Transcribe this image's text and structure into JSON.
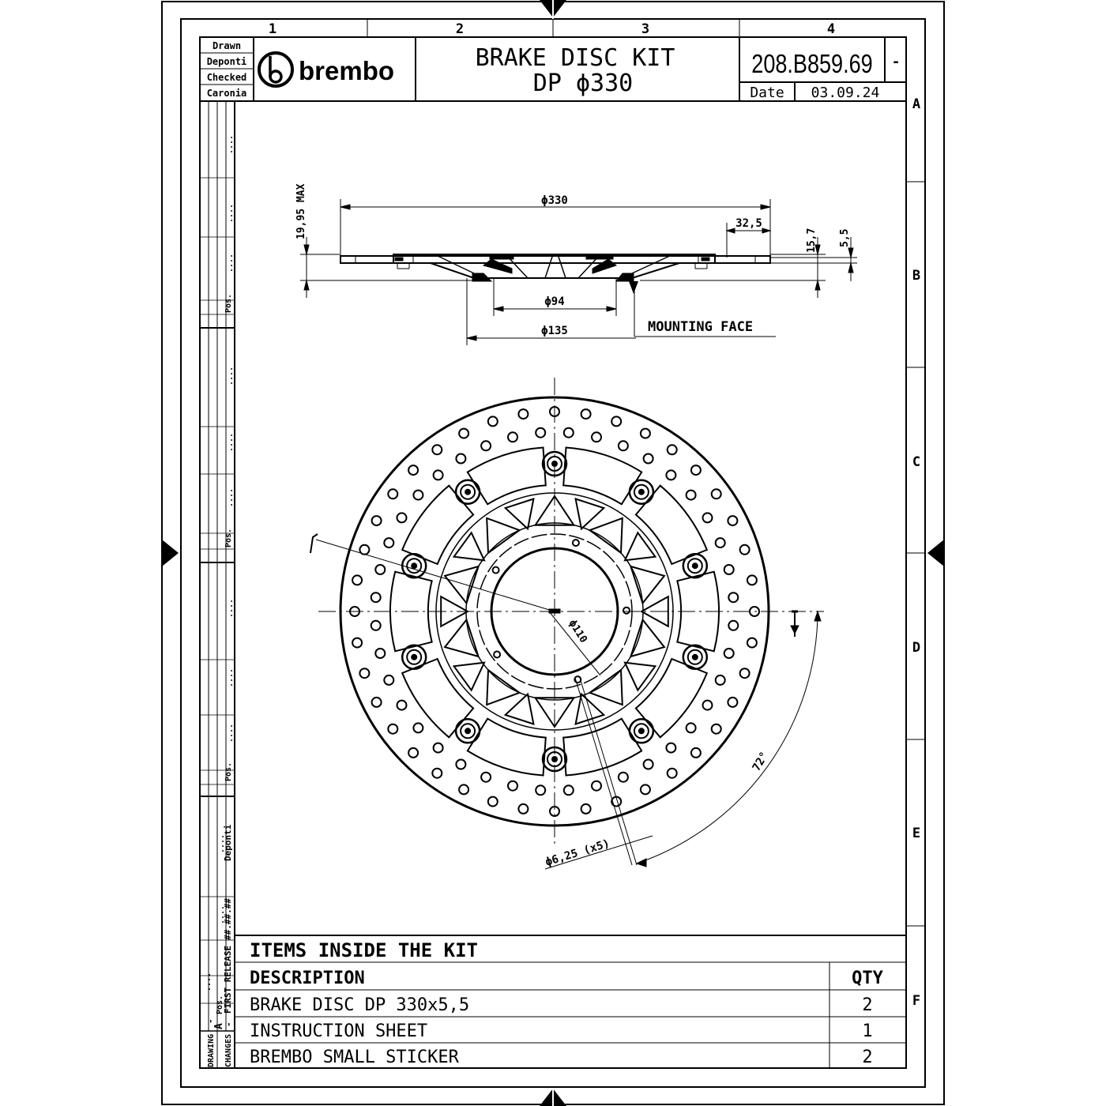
{
  "title_block": {
    "brand": "brembo",
    "roles": [
      {
        "label": "Drawn",
        "name": "Deponti"
      },
      {
        "label": "Checked",
        "name": "Caronia"
      }
    ],
    "title_line1": "BRAKE DISC KIT",
    "title_line2": "DP ϕ330",
    "part_number": "208.B859.69",
    "revision": "-",
    "date_label": "Date",
    "date_value": "03.09.24"
  },
  "grid": {
    "columns": [
      "1",
      "2",
      "3",
      "4"
    ],
    "rows": [
      "A",
      "B",
      "C",
      "D",
      "E",
      "F"
    ]
  },
  "side_view": {
    "dims": {
      "outer_diameter": "ϕ330",
      "band_width": "32,5",
      "max_height": "19,95 MAX",
      "offset": "15,7",
      "thickness": "5,5",
      "inner_diameter": "ϕ94",
      "hub_diameter": "ϕ135"
    },
    "mounting_face": "MOUNTING FACE"
  },
  "front_view": {
    "bolt_circle": "ϕ110",
    "hole_callout": "ϕ6,25 (x5)",
    "angle": "72°"
  },
  "revision_strip": {
    "pos_label": "Pos.",
    "dots": "....",
    "author": "Deponti",
    "release_code": "##.##.##",
    "release_text": "FIRST RELEASE",
    "rev_letter": "A",
    "dash": "-",
    "drawing_label": "DRAWING",
    "changes_label": "CHANGES"
  },
  "kit_table": {
    "heading": "ITEMS INSIDE THE KIT",
    "col_description": "DESCRIPTION",
    "col_qty": "QTY",
    "items": [
      {
        "description": "BRAKE DISC DP 330x5,5",
        "qty": "2"
      },
      {
        "description": "INSTRUCTION SHEET",
        "qty": "1"
      },
      {
        "description": "BREMBO SMALL STICKER",
        "qty": "2"
      }
    ]
  }
}
